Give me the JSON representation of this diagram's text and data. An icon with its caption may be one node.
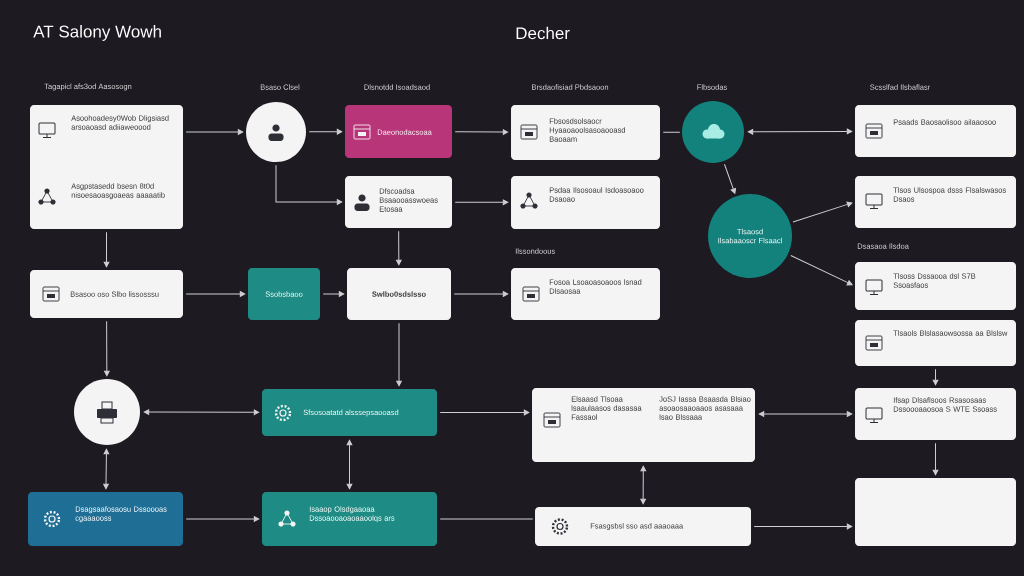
{
  "diagram": {
    "title": "AT Salony Wowh",
    "nodes": [
      {
        "text": [
          "Asoohoadesy0Wob Dligsiasd arsoaoasd adiiaweoood",
          "Asgpstasedd bsesn 8t0d nisoesaoasgoaeas aaaaatib"
        ],
        "beside": [
          "Tagapicl afs3od Aasosogn"
        ]
      },
      {
        "text": [],
        "shape": "circle",
        "beside": [
          "Bsaso Clsel"
        ]
      },
      {
        "text": [
          "Daeonodacsoaa"
        ],
        "beside": [
          "Dlsnotdd Isoadsaod"
        ]
      },
      {
        "text": [
          "Dfscoadsa Bsaaooasswoeas Etosaa"
        ]
      },
      {
        "text": [
          "Fbsosdsolsaocr Hyaaoaoolsasoaooasd Baoaam"
        ],
        "beside": [
          "Brsdaofisiad Pbdsaoon"
        ]
      },
      {
        "text": [
          "Psdaa Ilsosoaul Isdoasoaoo Dsaoao"
        ]
      },
      {
        "text": [],
        "shape": "circle",
        "beside": [
          "Flbsodas"
        ]
      },
      {
        "text": [
          "Tlsaosd Ilsabaaoscr Flsaacl"
        ]
      },
      {
        "text": [
          "Psaads Baosaolisoo ailaaosoo"
        ],
        "beside": [
          "Scsslfad Ilsbaflasr"
        ]
      },
      {
        "text": [
          "Tlsos Ulsospoa dsss Flsalswasos Dsaos"
        ]
      },
      {
        "text": [
          "Bsasoo oso Slbo lissosssu"
        ]
      },
      {
        "text": [
          "Ssobsbaoo"
        ]
      },
      {
        "text": [
          "Swlbo0sdslsso"
        ]
      },
      {
        "text": [
          "Fosoa Lsoaoasoaoos lsnad Dlsaosaa"
        ],
        "beside": [
          "Ilssondoous"
        ]
      },
      {
        "text": [
          "Tlsoss Dssaooa dsl S7B Ssoasfaos"
        ],
        "beside": [
          "Dsasaoa Ilsdoa"
        ]
      },
      {
        "text": [
          "Tlsaols Blslasaowsossa aa Blslsw"
        ]
      },
      {
        "text": [],
        "shape": "circle"
      },
      {
        "text": [
          "Sfsosoatatd alsssepsaooasd"
        ]
      },
      {
        "text": [
          "Elsaasd Tlsoaa lsaaulaasos dasasaa Fassaol",
          "JoSJ Iassa Bsaasda Blsiao asoaosaaoaaos asasaaa lsao Blssaaa"
        ]
      },
      {
        "text": [
          "Ifsap Dlsaflsoos Rsasosaas Dssoooaaosoa S WTE Ssoass"
        ]
      },
      {
        "text": [
          "Dsagsaafosaosu Dssoooas cgaaaooss"
        ]
      },
      {
        "text": [
          "Isaaop Olsdgaaoaa Dssoaooaoaoaaoolqs ars"
        ]
      },
      {
        "text": [
          "Fsasgsbsl sso asd aaaoaaa"
        ]
      },
      {
        "text": [],
        "shape": "box"
      }
    ],
    "edges": [
      {
        "from": 0,
        "to": 1,
        "arrow": "to"
      },
      {
        "from": 1,
        "to": 2,
        "arrow": "to"
      },
      {
        "from": 1,
        "to": 3,
        "arrow": "to"
      },
      {
        "from": 2,
        "to": 4,
        "arrow": "to"
      },
      {
        "from": 3,
        "to": 5,
        "arrow": "to"
      },
      {
        "from": 4,
        "to": 6,
        "arrow": "none"
      },
      {
        "from": 6,
        "to": 8,
        "arrow": "both"
      },
      {
        "from": 6,
        "to": 7,
        "arrow": "to"
      },
      {
        "from": 7,
        "to": 9,
        "arrow": "to"
      },
      {
        "from": 7,
        "to": 14,
        "arrow": "to"
      },
      {
        "from": 0,
        "to": 10,
        "arrow": "to"
      },
      {
        "from": 10,
        "to": 11,
        "arrow": "to"
      },
      {
        "from": 11,
        "to": 12,
        "arrow": "to"
      },
      {
        "from": 12,
        "to": 13,
        "arrow": "to"
      },
      {
        "from": 3,
        "to": 12,
        "arrow": "to"
      },
      {
        "from": 10,
        "to": 16,
        "arrow": "to"
      },
      {
        "from": 12,
        "to": 17,
        "arrow": "to"
      },
      {
        "from": 16,
        "to": 17,
        "arrow": "both"
      },
      {
        "from": 16,
        "to": 20,
        "arrow": "both"
      },
      {
        "from": 17,
        "to": 18,
        "arrow": "to"
      },
      {
        "from": 17,
        "to": 21,
        "arrow": "both"
      },
      {
        "from": 20,
        "to": 21,
        "arrow": "to"
      },
      {
        "from": 21,
        "to": 22,
        "arrow": "none"
      },
      {
        "from": 18,
        "to": 22,
        "arrow": "both"
      },
      {
        "from": 18,
        "to": 19,
        "arrow": "both"
      },
      {
        "from": 15,
        "to": 19,
        "arrow": "to"
      },
      {
        "from": 19,
        "to": 23,
        "arrow": "to"
      },
      {
        "from": 22,
        "to": 23,
        "arrow": "to"
      }
    ],
    "labels": [
      "Decher"
    ]
  }
}
